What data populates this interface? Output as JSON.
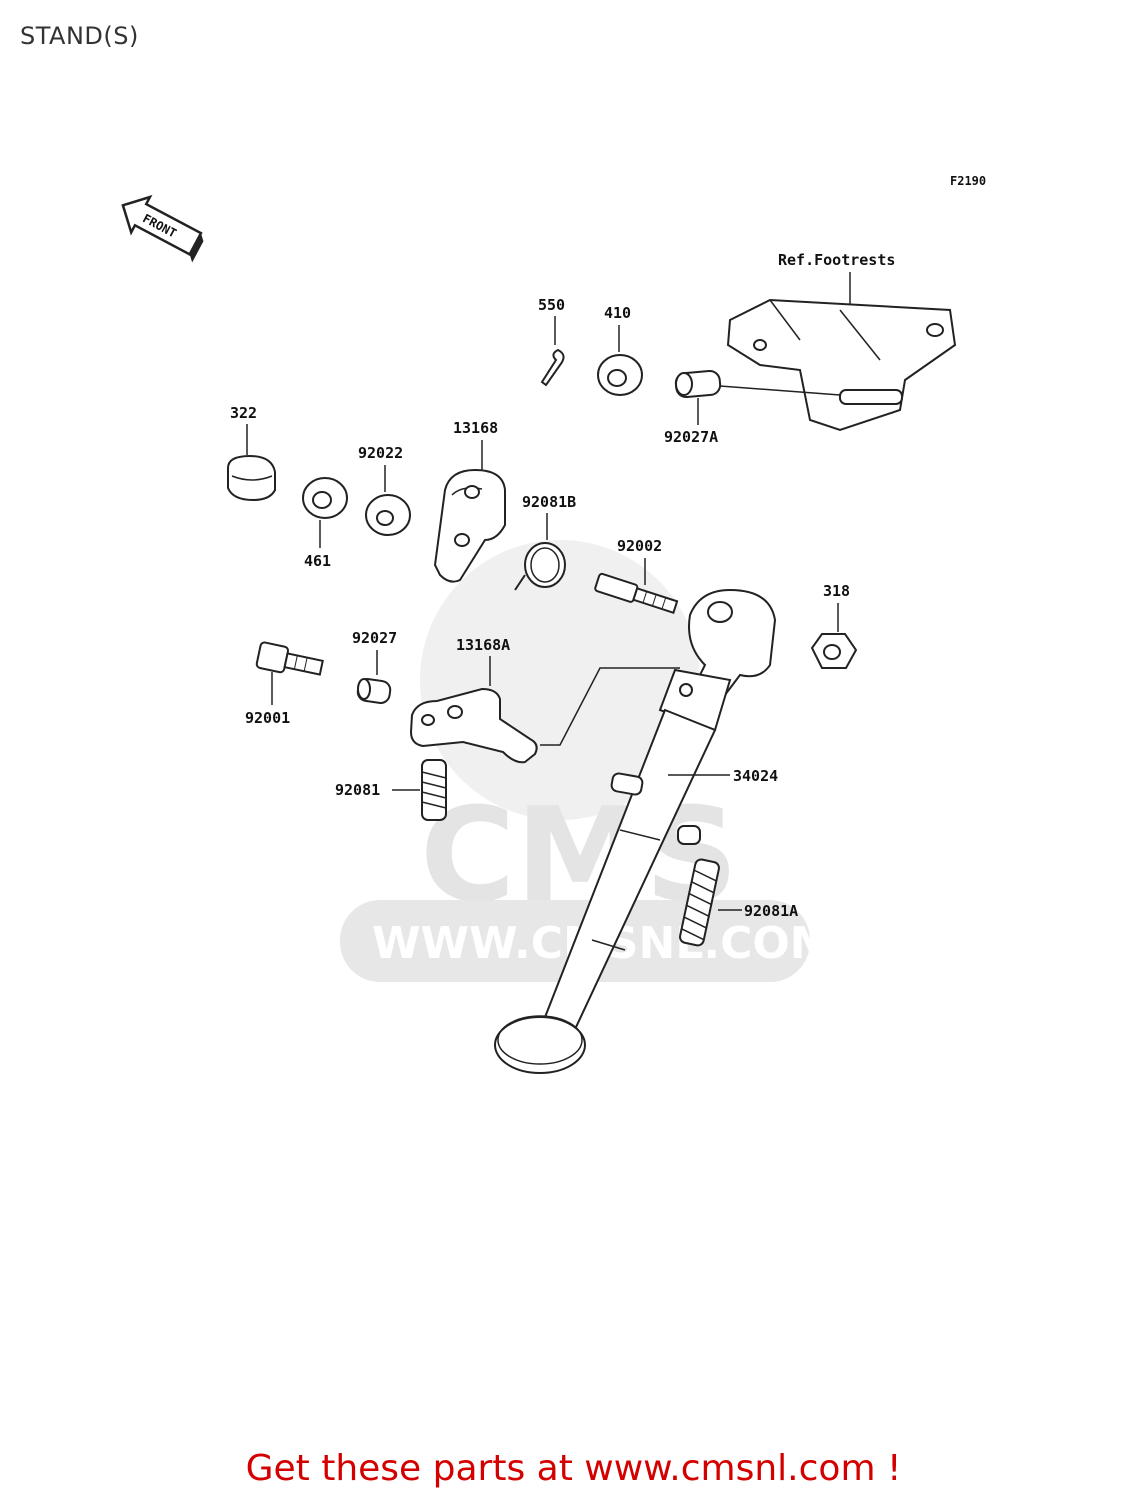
{
  "title": "STAND(S)",
  "figure_code": "F2190",
  "direction_label": "FRONT",
  "reference_label": "Ref.Footrests",
  "parts": {
    "p550": "550",
    "p410": "410",
    "p92027A": "92027A",
    "p322": "322",
    "p92022": "92022",
    "p13168": "13168",
    "p92081B": "92081B",
    "p461": "461",
    "p92002": "92002",
    "p318": "318",
    "p92027": "92027",
    "p13168A": "13168A",
    "p92001": "92001",
    "p92081": "92081",
    "p34024": "34024",
    "p92081A": "92081A"
  },
  "watermark": {
    "brand": "CMS",
    "url": "WWW.CMSNL.COM"
  },
  "footer": "Get these parts at www.cmsnl.com !",
  "colors": {
    "footer": "#d40000",
    "watermark": "#e4e4e4",
    "line": "#222222"
  }
}
